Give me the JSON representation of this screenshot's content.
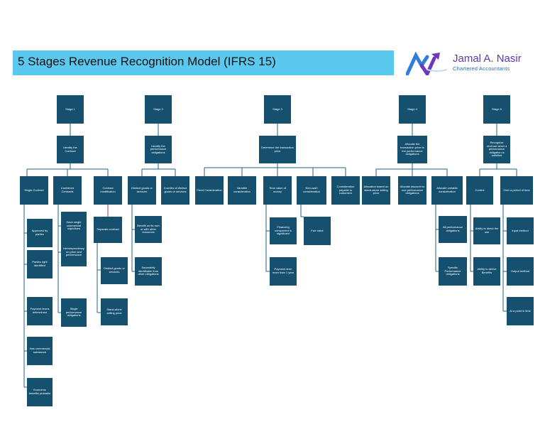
{
  "title": "5 Stages Revenue Recognition Model (IFRS 15)",
  "logo": {
    "name": "Jamal A. Nasir",
    "subtitle": "Chartered Accountants"
  },
  "colors": {
    "banner": "#5bc8f0",
    "node": "#15506f",
    "connector": "#1f5f86",
    "highlight": "#c0245e"
  },
  "nodes": {
    "stage1": "Stage 1",
    "identify_contract": "Identify the Contract",
    "single_contract": "Single Contract",
    "approved_by_parties": "Approved by parties",
    "parties_right_identified": "Parties right identified",
    "payment_terms_determined": "Payment terms determined",
    "has_commercial_substance": "Has commercial substance",
    "economic_benefits_probable": "Economic benefits probable",
    "combined_contracts": "Combined Contracts",
    "single_commercial_objectives": "Have single commercial objectives",
    "interdependency": "Interdependency on price and performance",
    "single_performance_obligations": "Single performance obligations",
    "contract_modification": "Contract modification",
    "separate_contract": "Separate contract",
    "distinct_goods_services": "Distinct goods or services",
    "stand_alone_selling_price": "Stand-alone selling price",
    "stage2": "Stage 2",
    "identify_performance_obligations": "Identify the performance obligations",
    "distinct_goods_or_services": "Distinct goods or services",
    "series_distinct_goods": "A series of distinct goods or services",
    "benefit_on_own": "Benefit on its own or with other resources",
    "separately_identifiable": "Separately identifiable from other obligations",
    "stage3": "Stage 3",
    "determine_transaction_price": "Determine the transaction price",
    "fixed_consideration": "Fixed Consideration",
    "variable_consideration": "Variable consideration",
    "time_value_of_money": "Time value of money",
    "financing_component": "Financing component is significant",
    "payment_term_1yr": "Payment term more than 1 year",
    "non_cash_consideration": "Non-cash consideration",
    "fair_value": "Fair value",
    "consideration_payable": "Consideration payable to customers",
    "stage4": "Stage 4",
    "allocate_transaction_price": "Allocate the transaction price to the performance obligations",
    "allocation_standalone": "Allocation based on stand-alone selling price",
    "allocate_discount": "Allocate discount to one performance obligations",
    "allocate_variable": "Allocate variable consideration",
    "all_performance_obligations": "All performance obligations",
    "specific_performance_obligations": "Specific Performance obligations",
    "stage5": "Stage 5",
    "recognize_revenue": "Recognize revenue when a performance obligation is satisfied",
    "control": "Control",
    "ability_direct_use": "Ability to direct the use",
    "ability_derive_benefits": "Ability to derive Benefits",
    "over_period_of_time": "Over a period of time",
    "input_method": "Input method",
    "output_method": "Output method",
    "at_point_in_time": "At a point in time"
  }
}
